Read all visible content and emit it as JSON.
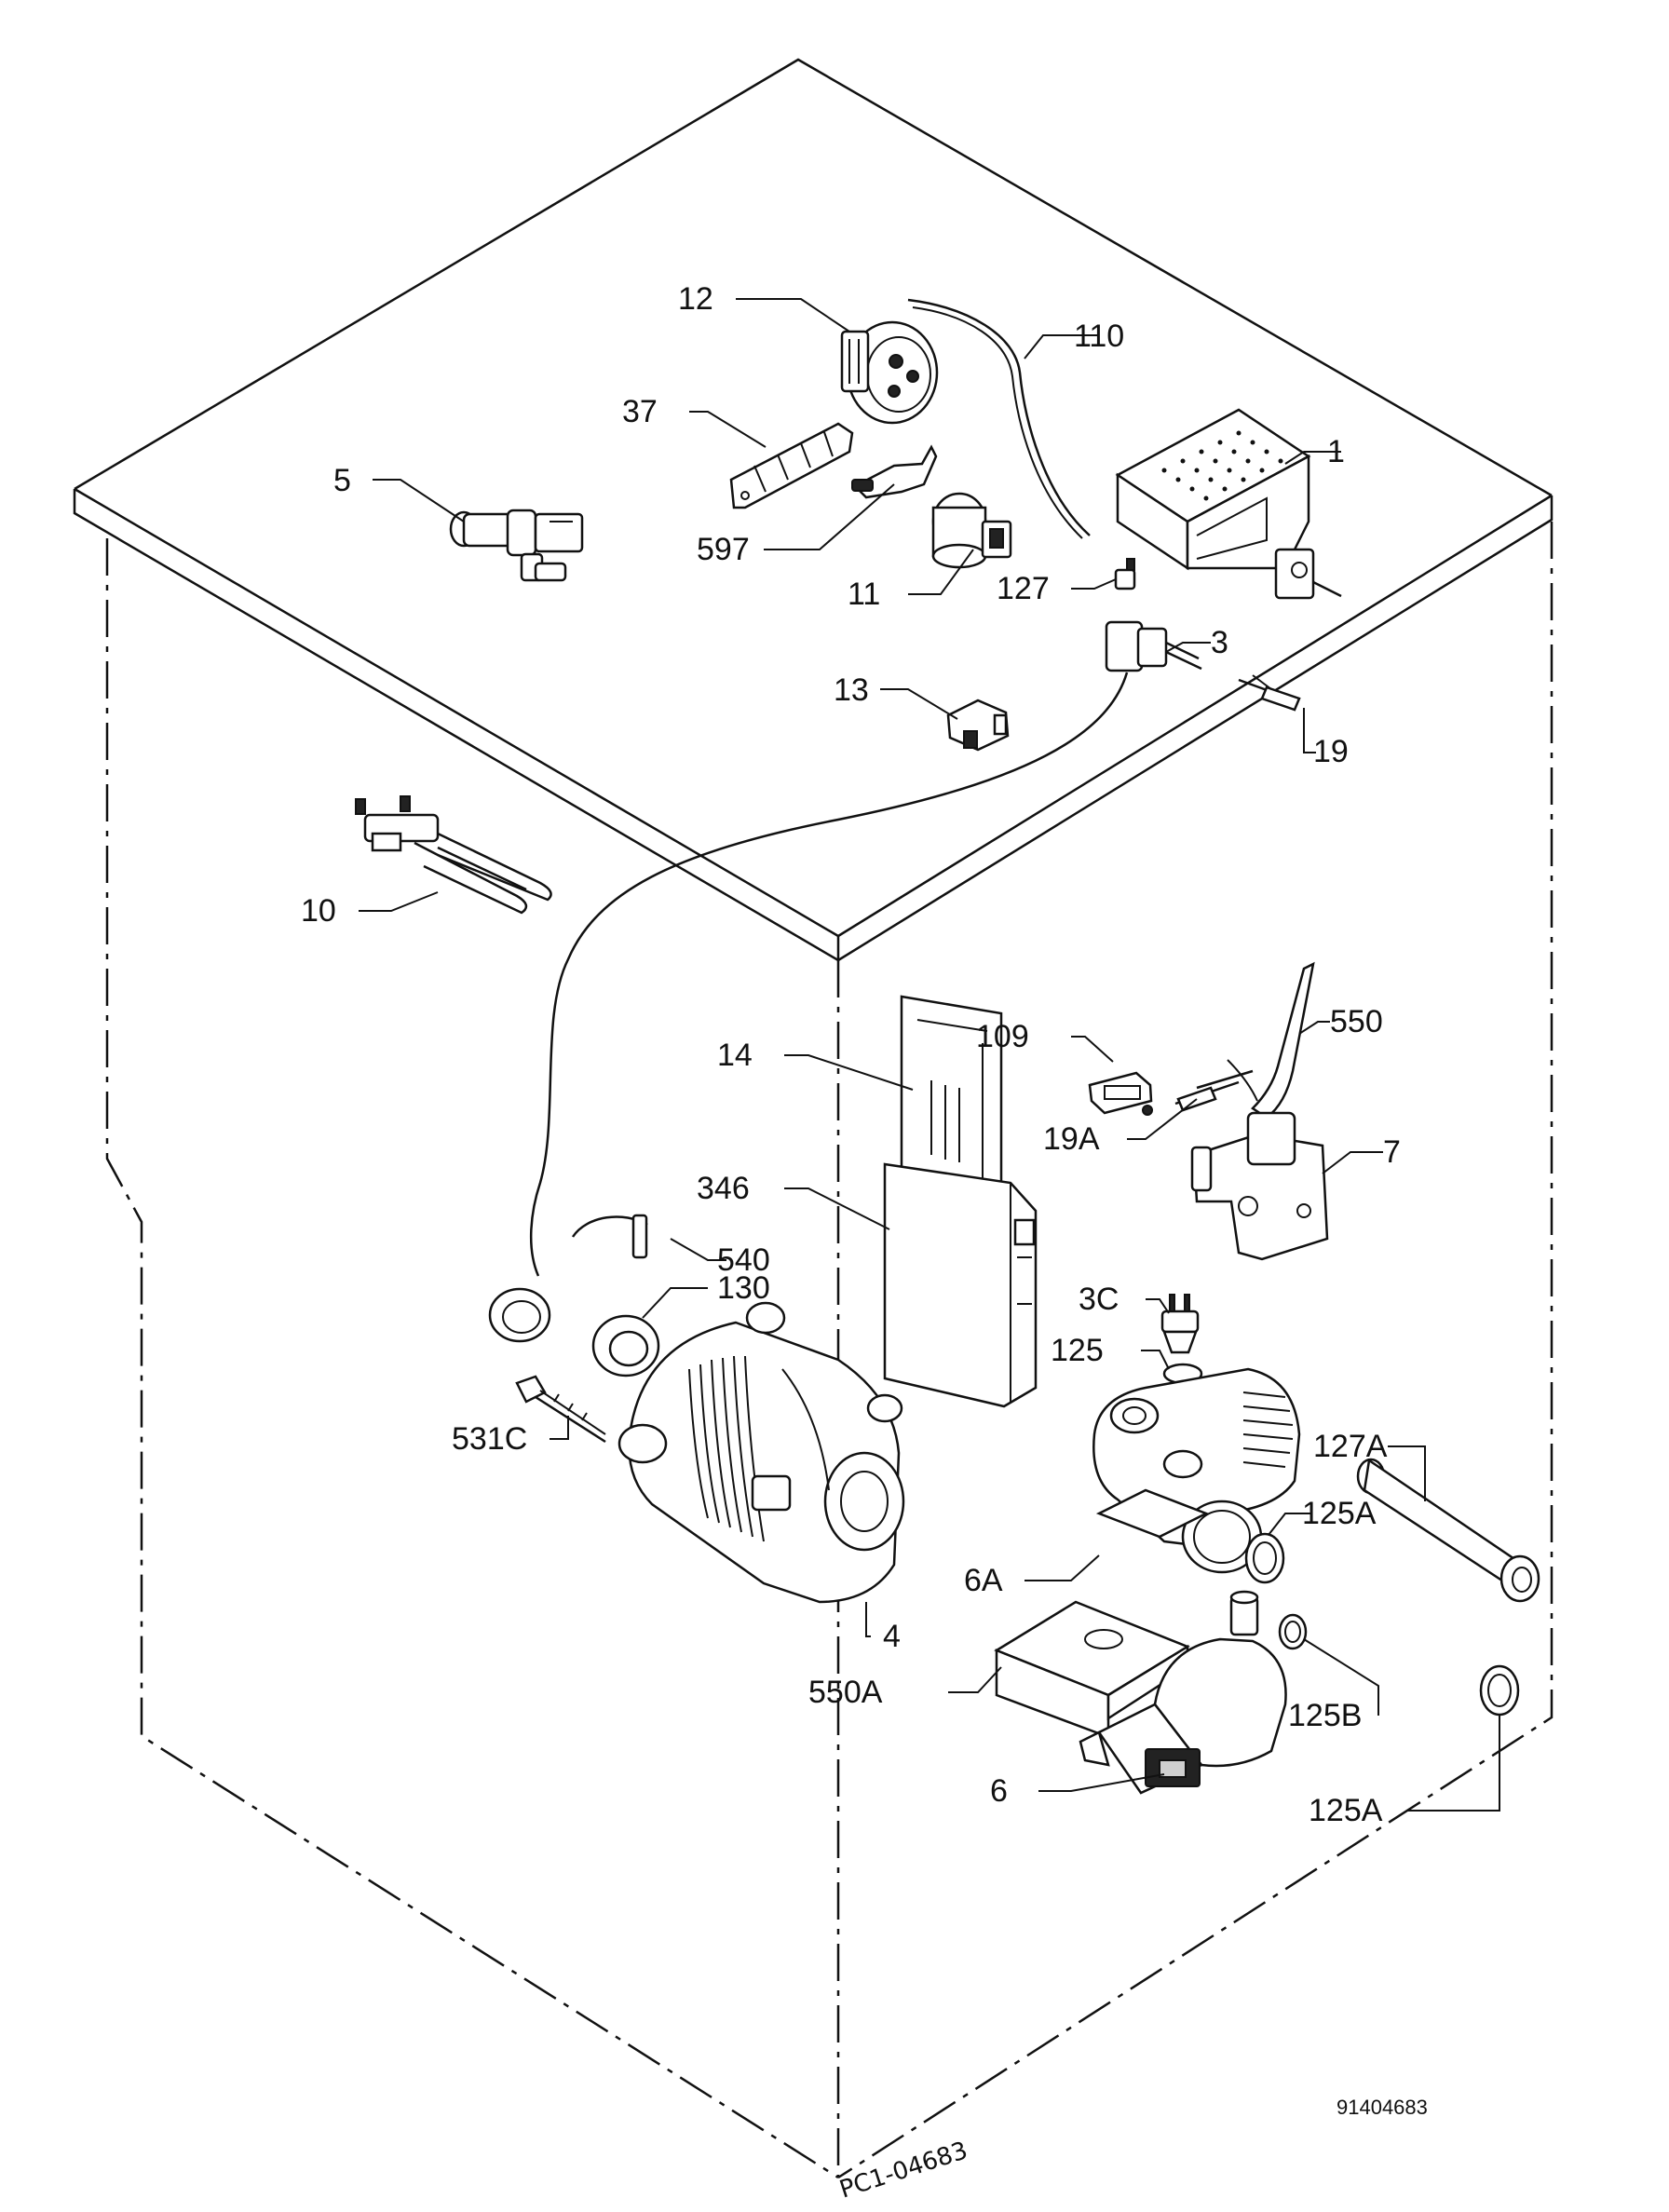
{
  "diagram": {
    "labels": {
      "l1": "1",
      "l3": "3",
      "l3c": "3C",
      "l4": "4",
      "l5": "5",
      "l6": "6",
      "l6a": "6A",
      "l7": "7",
      "l10": "10",
      "l11": "11",
      "l12": "12",
      "l13": "13",
      "l14": "14",
      "l19": "19",
      "l19a": "19A",
      "l37": "37",
      "l109": "109",
      "l110": "110",
      "l125": "125",
      "l125a_top": "125A",
      "l125a_bottom": "125A",
      "l125b": "125B",
      "l127": "127",
      "l127a": "127A",
      "l130": "130",
      "l346": "346",
      "l531c": "531C",
      "l540": "540",
      "l550": "550",
      "l550a": "550A",
      "l597": "597"
    },
    "handwritten_note": "PC1-04683",
    "document_number": "91404683"
  }
}
